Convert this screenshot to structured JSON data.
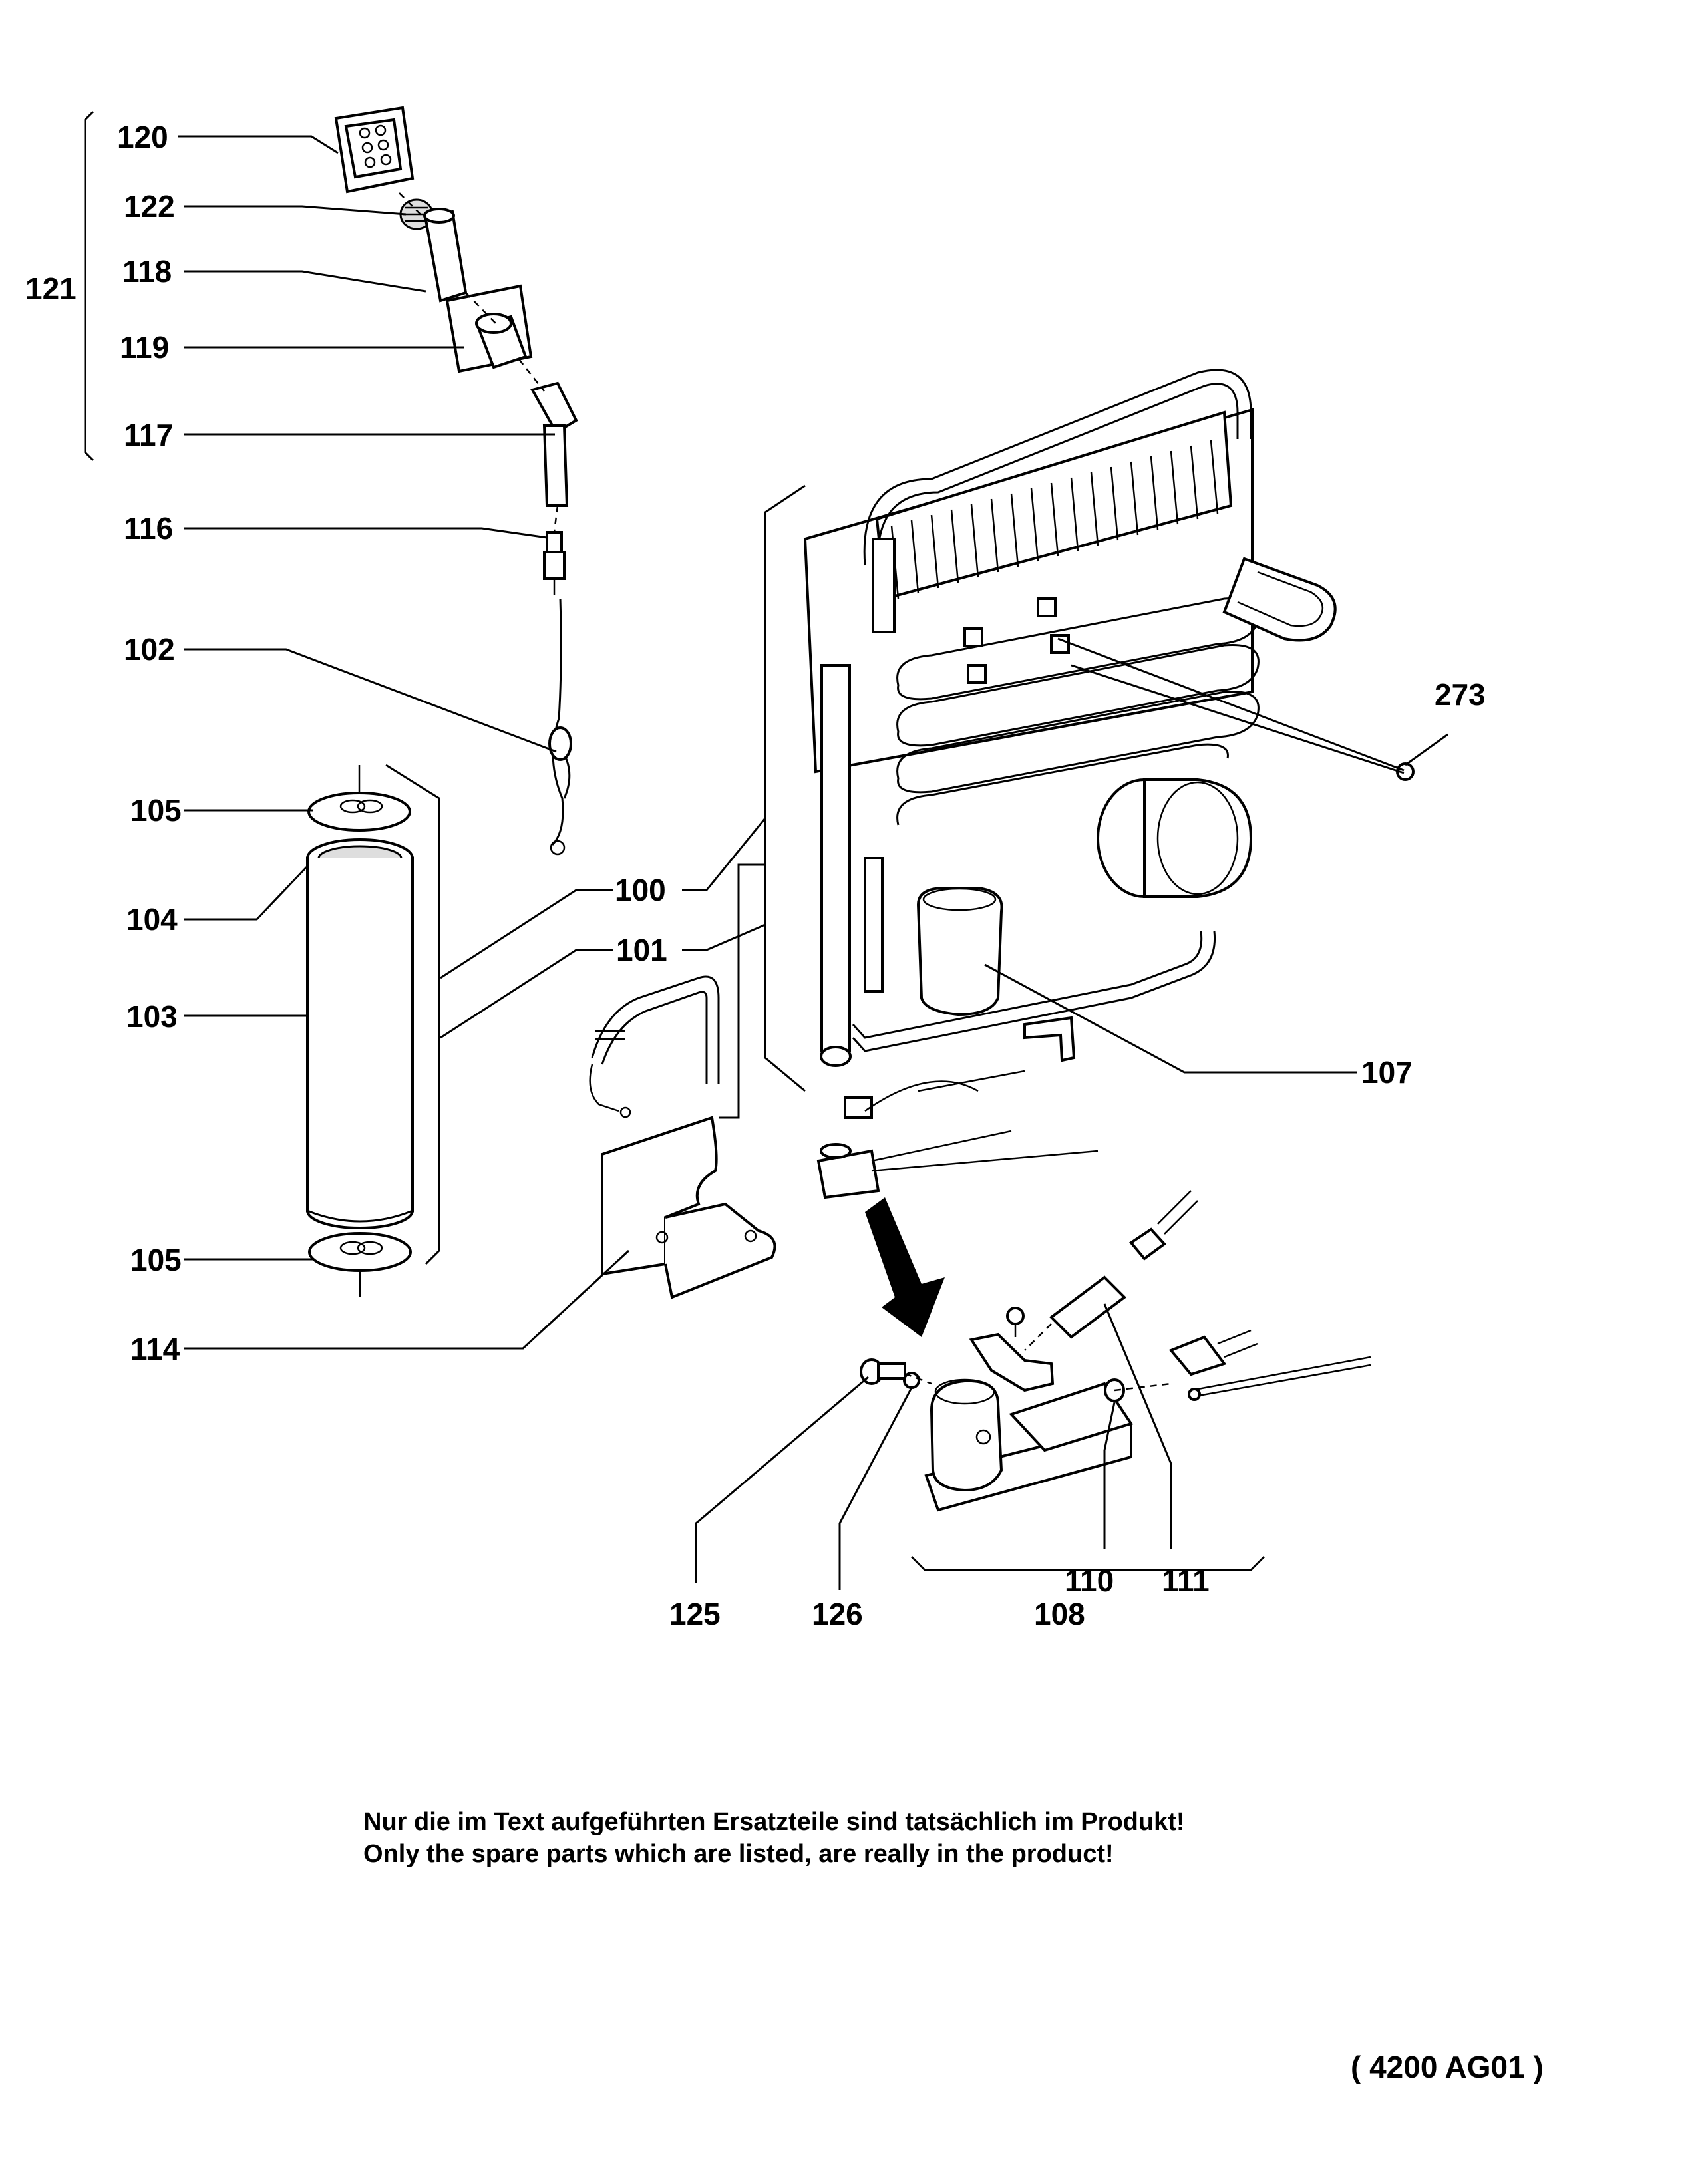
{
  "labels": [
    {
      "id": "120",
      "text": "120"
    },
    {
      "id": "122",
      "text": "122"
    },
    {
      "id": "121",
      "text": "121"
    },
    {
      "id": "118",
      "text": "118"
    },
    {
      "id": "119",
      "text": "119"
    },
    {
      "id": "117",
      "text": "117"
    },
    {
      "id": "116",
      "text": "116"
    },
    {
      "id": "102",
      "text": "102"
    },
    {
      "id": "273",
      "text": "273"
    },
    {
      "id": "105a",
      "text": "105"
    },
    {
      "id": "104",
      "text": "104"
    },
    {
      "id": "100",
      "text": "100"
    },
    {
      "id": "101",
      "text": "101"
    },
    {
      "id": "103",
      "text": "103"
    },
    {
      "id": "107",
      "text": "107"
    },
    {
      "id": "105b",
      "text": "105"
    },
    {
      "id": "114",
      "text": "114"
    },
    {
      "id": "110",
      "text": "110"
    },
    {
      "id": "111",
      "text": "111"
    },
    {
      "id": "125",
      "text": "125"
    },
    {
      "id": "126",
      "text": "126"
    },
    {
      "id": "108",
      "text": "108"
    }
  ],
  "notes": {
    "german": "Nur die im Text aufgeführten Ersatzteile sind tatsächlich im Produkt!",
    "english": "Only the spare parts which are listed, are really in the product!"
  },
  "drawing_code": "( 4200 AG01 )"
}
